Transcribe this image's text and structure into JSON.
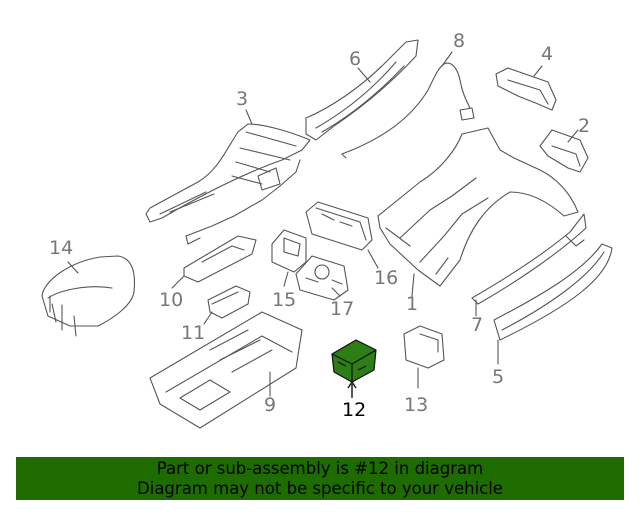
{
  "callouts": [
    {
      "id": "1",
      "text": "1",
      "highlighted": false
    },
    {
      "id": "2",
      "text": "2",
      "highlighted": false
    },
    {
      "id": "3",
      "text": "3",
      "highlighted": false
    },
    {
      "id": "4",
      "text": "4",
      "highlighted": false
    },
    {
      "id": "5",
      "text": "5",
      "highlighted": false
    },
    {
      "id": "6",
      "text": "6",
      "highlighted": false
    },
    {
      "id": "7",
      "text": "7",
      "highlighted": false
    },
    {
      "id": "8",
      "text": "8",
      "highlighted": false
    },
    {
      "id": "9",
      "text": "9",
      "highlighted": false
    },
    {
      "id": "10",
      "text": "10",
      "highlighted": false
    },
    {
      "id": "11",
      "text": "11",
      "highlighted": false
    },
    {
      "id": "12",
      "text": "12",
      "highlighted": true
    },
    {
      "id": "13",
      "text": "13",
      "highlighted": false
    },
    {
      "id": "14",
      "text": "14",
      "highlighted": false
    },
    {
      "id": "15",
      "text": "15",
      "highlighted": false
    },
    {
      "id": "16",
      "text": "16",
      "highlighted": false
    },
    {
      "id": "17",
      "text": "17",
      "highlighted": false
    }
  ],
  "banner": {
    "line1": "Part or sub-assembly is #12 in diagram",
    "line2": "Diagram may not be specific to your vehicle"
  },
  "colors": {
    "line": "#555555",
    "label": "#777777",
    "highlight_fill": "#2e7d16",
    "banner_bg": "#1e6b00"
  }
}
